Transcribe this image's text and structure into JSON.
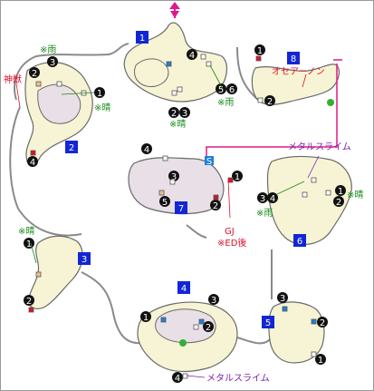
{
  "areas": [
    {
      "id": "1",
      "label": "1"
    },
    {
      "id": "2",
      "label": "2"
    },
    {
      "id": "3",
      "label": "3"
    },
    {
      "id": "4",
      "label": "4"
    },
    {
      "id": "5",
      "label": "5"
    },
    {
      "id": "6",
      "label": "6"
    },
    {
      "id": "7",
      "label": "7"
    },
    {
      "id": "8",
      "label": "8"
    }
  ],
  "markers": {
    "n1": "1",
    "n2": "2",
    "n3": "3",
    "n4": "4",
    "n5": "5",
    "n6": "6"
  },
  "annotations": {
    "rain": "※雨",
    "sunny": "※晴",
    "shinju": "神獣",
    "osea": "オセアーノン",
    "metal": "メタルスライム",
    "gj": "GJ",
    "ed": "※ED後"
  },
  "colors": {
    "area_badge": "#1226d6",
    "water": "#ffffff",
    "land": "#f7f4d5",
    "land_inner": "#e9dfe6",
    "outline": "#6a6a6a",
    "path": "#8a8a8a",
    "pink": "#e1188c",
    "green_annotation": "#178a17",
    "red_annotation": "#e0102a",
    "purple_annotation": "#7a1fb0"
  },
  "icons": [
    "treasure-chest-icon",
    "exit-arrow-icon",
    "warp-icon",
    "save-point-icon"
  ]
}
